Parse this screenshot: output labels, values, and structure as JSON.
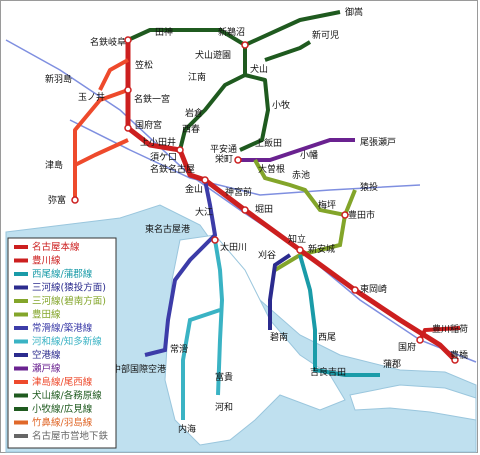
{
  "colors": {
    "sea": "#bfe0ef",
    "land": "#ffffff",
    "coast": "#9ac6dd",
    "jr_line": "#7f8fe0",
    "nagoya_main": "#cc1f1f",
    "bisai": "#ee4a2c",
    "nishio": "#1a9ba8",
    "mikawa_toyota": "#2b2b8e",
    "mikawa_hekinan": "#83a52a",
    "tokoname": "#3c3ca8",
    "kowa": "#3ab3c4",
    "airport": "#2b2b8e",
    "seto": "#6a2290",
    "inuyama": "#1f5a1f",
    "taketoyo": "#e0682a",
    "subway": "#666666"
  },
  "stations": {
    "nagoya": "名鉄名古屋",
    "kanayama": "金山",
    "jingumae": "神宮前",
    "chiryu": "知立",
    "shin_anjo": "新安城",
    "higashi_okazaki": "東岡崎",
    "toyohashi": "豊橋",
    "toyokawa_inari": "豊川稲荷",
    "kou": "国府",
    "kiyosu": "須ケ口",
    "kamiotai": "上小田井",
    "kokufumiya": "国府宮",
    "meitetsu_ichinomiya": "名鉄一宮",
    "kasamatsu": "笠松",
    "meitetsu_gifu": "名鉄岐阜",
    "shin_ichinomiya": "新羽島",
    "tamanoi": "玉ノ井",
    "tsushima": "津島",
    "yatomi": "弥富",
    "tahara": "田神",
    "shin_kano": "新鵜沼",
    "inuyama_yuen": "犬山遊園",
    "inuyama": "犬山",
    "shin_kani": "新可児",
    "mitake": "御嵩",
    "konan": "江南",
    "iwakura": "岩倉",
    "saikakuji": "西春",
    "komaki": "小牧",
    "kamiiida": "上飯田",
    "heian_dori": "平安通",
    "sakae_machi": "栄町",
    "ozone": "大曽根",
    "owari_seto": "尾張瀬戸",
    "kozoji": "小幡",
    "akaike": "赤池",
    "toyotashi": "豊田市",
    "umetsubo": "梅坪",
    "sanage": "猿投",
    "horita": "堀田",
    "otagawa": "太田川",
    "okuda": "常滑",
    "chubu_airport": "中部国際空港",
    "tokoname_ko": "東名古屋港",
    "ota": "大江",
    "kariya": "刈谷",
    "hekinan": "碧南",
    "nishio": "西尾",
    "kira_yoshida": "吉良吉田",
    "kamagori": "蒲郡",
    "kowa": "河和",
    "utsumi": "内海",
    "tomigi": "富貴"
  },
  "legend": {
    "items": [
      {
        "label": "名古屋本線",
        "color": "#cc1f1f"
      },
      {
        "label": "豊川線",
        "color": "#cc1f1f"
      },
      {
        "label": "西尾線/蒲郡線",
        "color": "#1a9ba8"
      },
      {
        "label": "三河線(猿投方面)",
        "color": "#2b2b8e"
      },
      {
        "label": "三河線(碧南方面)",
        "color": "#83a52a"
      },
      {
        "label": "豊田線",
        "color": "#83a52a"
      },
      {
        "label": "常滑線/築港線",
        "color": "#3c3ca8"
      },
      {
        "label": "河和線/知多新線",
        "color": "#3ab3c4"
      },
      {
        "label": "空港線",
        "color": "#2b2b8e"
      },
      {
        "label": "瀬戸線",
        "color": "#6a2290"
      },
      {
        "label": "津島線/尾西線",
        "color": "#ee4a2c"
      },
      {
        "label": "犬山線/各務原線",
        "color": "#1f5a1f"
      },
      {
        "label": "小牧線/広見線",
        "color": "#1f5a1f"
      },
      {
        "label": "竹鼻線/羽島線",
        "color": "#e0682a"
      },
      {
        "label": "名古屋市営地下鉄",
        "color": "#666666"
      }
    ]
  }
}
